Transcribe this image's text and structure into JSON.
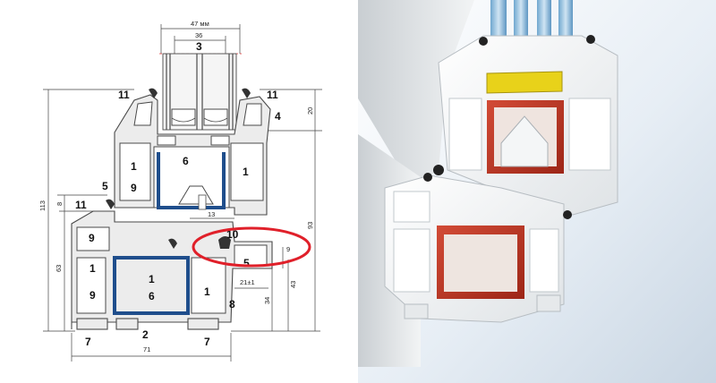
{
  "drawing": {
    "top_dim_outer": "47 мм",
    "top_dim_inner": "36",
    "bottom_dim": "71",
    "dim_right_top": "20",
    "dim_right_total": "93",
    "dim_left_total": "113",
    "dim_left_sash": "63",
    "dim_left_small": "8",
    "dim_13": "13",
    "dim_9": "9",
    "dim_21": "21±1",
    "dim_34": "34",
    "dim_43": "43",
    "labels": {
      "n3": "3",
      "n11a": "11",
      "n11b": "11",
      "n4": "4",
      "n6a": "6",
      "n1a": "1",
      "n9a": "9",
      "n1b": "1",
      "n5a": "5",
      "n11c": "11",
      "n9b": "9",
      "n1c": "1",
      "n9c": "9",
      "n1d": "1",
      "n6b": "6",
      "n1e": "1",
      "n8": "8",
      "n7a": "7",
      "n2": "2",
      "n7b": "7",
      "n10": "10",
      "n5b": "5"
    }
  },
  "colors": {
    "reinforcement_outline": "#1f4e8c",
    "highlight_ellipse": "#e0202a",
    "render_background": "#dfe8f1",
    "seal_yellow": "#e8d21a",
    "steel_red": "#c23a2a",
    "pvc_white": "#f4f6f7"
  },
  "photo": {
    "description_icon": "window-profile-render"
  }
}
